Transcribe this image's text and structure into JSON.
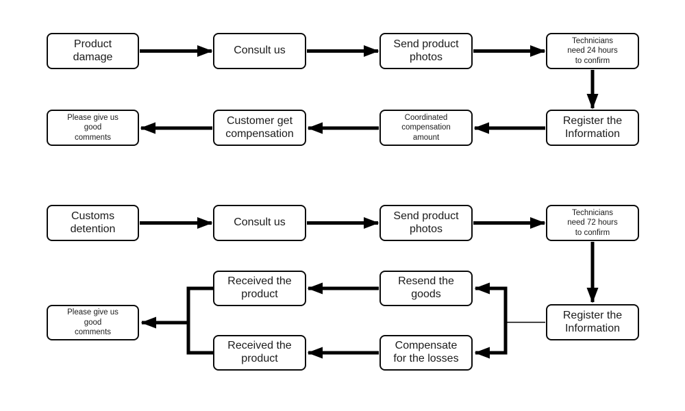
{
  "diagram": {
    "title": "after-sales-service-flowchart",
    "colors": {
      "background": "#ffffff",
      "line": "#000000",
      "box_border": "#0a0a0a",
      "text": "#1a1a1a"
    },
    "nodes": [
      {
        "id": "product-damage",
        "label": "Product\ndamage"
      },
      {
        "id": "consult-us-1",
        "label": "Consult us"
      },
      {
        "id": "send-product-photos-1",
        "label": "Send product\nphotos"
      },
      {
        "id": "technicians-24h",
        "label": "Technicians\nneed 24 hours\nto confirm"
      },
      {
        "id": "register-information-1",
        "label": "Register the\nInformation"
      },
      {
        "id": "coordinated-compensation",
        "label": "Coordinated\ncompensation\namount"
      },
      {
        "id": "customer-get-compensation",
        "label": "Customer get\ncompensation"
      },
      {
        "id": "please-good-comments-1",
        "label": "Please give us\ngood\ncomments"
      },
      {
        "id": "customs-detention",
        "label": "Customs\ndetention"
      },
      {
        "id": "consult-us-2",
        "label": "Consult us"
      },
      {
        "id": "send-product-photos-2",
        "label": "Send product\nphotos"
      },
      {
        "id": "technicians-72h",
        "label": "Technicians\nneed 72 hours\nto confirm"
      },
      {
        "id": "register-information-2",
        "label": "Register the\nInformation"
      },
      {
        "id": "resend-the-goods",
        "label": "Resend the\ngoods"
      },
      {
        "id": "received-the-product-a",
        "label": "Received the\nproduct"
      },
      {
        "id": "compensate-for-losses",
        "label": "Compensate\nfor the losses"
      },
      {
        "id": "received-the-product-b",
        "label": "Received the\nproduct"
      },
      {
        "id": "please-good-comments-2",
        "label": "Please give us\ngood\ncomments"
      }
    ],
    "edges": [
      {
        "from": "product-damage",
        "to": "consult-us-1"
      },
      {
        "from": "consult-us-1",
        "to": "send-product-photos-1"
      },
      {
        "from": "send-product-photos-1",
        "to": "technicians-24h"
      },
      {
        "from": "technicians-24h",
        "to": "register-information-1"
      },
      {
        "from": "register-information-1",
        "to": "coordinated-compensation"
      },
      {
        "from": "coordinated-compensation",
        "to": "customer-get-compensation"
      },
      {
        "from": "customer-get-compensation",
        "to": "please-good-comments-1"
      },
      {
        "from": "customs-detention",
        "to": "consult-us-2"
      },
      {
        "from": "consult-us-2",
        "to": "send-product-photos-2"
      },
      {
        "from": "send-product-photos-2",
        "to": "technicians-72h"
      },
      {
        "from": "technicians-72h",
        "to": "register-information-2"
      },
      {
        "from": "register-information-2",
        "to": "resend-the-goods"
      },
      {
        "from": "register-information-2",
        "to": "compensate-for-losses"
      },
      {
        "from": "resend-the-goods",
        "to": "received-the-product-a"
      },
      {
        "from": "compensate-for-losses",
        "to": "received-the-product-b"
      },
      {
        "from": "received-the-product-a",
        "to": "please-good-comments-2"
      },
      {
        "from": "received-the-product-b",
        "to": "please-good-comments-2"
      }
    ]
  }
}
